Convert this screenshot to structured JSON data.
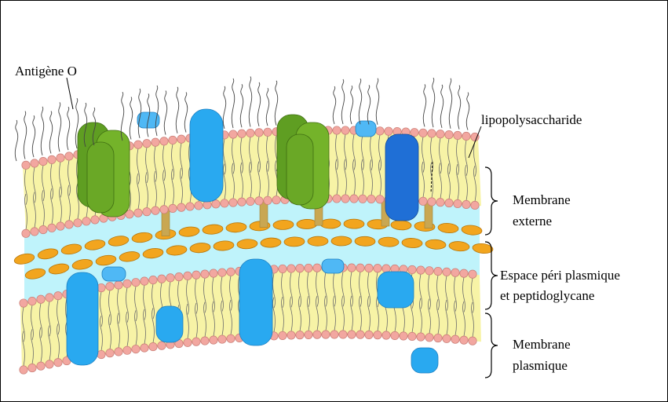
{
  "labels": {
    "antigen": "Antigène O",
    "lps": "lipopolysaccharide",
    "outer_1": "Membrane",
    "outer_2": "externe",
    "peri_1": "Espace péri plasmique",
    "peri_2": "et peptidoglycane",
    "plasma_1": "Membrane",
    "plasma_2": "plasmique"
  },
  "colors": {
    "head": "#f2a7a0",
    "head_stroke": "#c97d76",
    "lipid_fill": "#f7f3a6",
    "tail": "#6b6b6b",
    "periplasm": "#bff3fb",
    "peptidoglycan": "#f2a51e",
    "peptidoglycan_stroke": "#b8760a",
    "protein_blue": "#29a9f0",
    "protein_blue_light": "#4fb8f5",
    "protein_dark_blue": "#1f6fd6",
    "protein_green": "#5f9e22",
    "protein_green_light": "#74b32a",
    "lipoprotein": "#c9a752"
  },
  "icons": {
    "outer_bracket": "curly-brace-icon",
    "periplasm_bracket": "curly-brace-icon",
    "plasma_bracket": "curly-brace-icon"
  }
}
